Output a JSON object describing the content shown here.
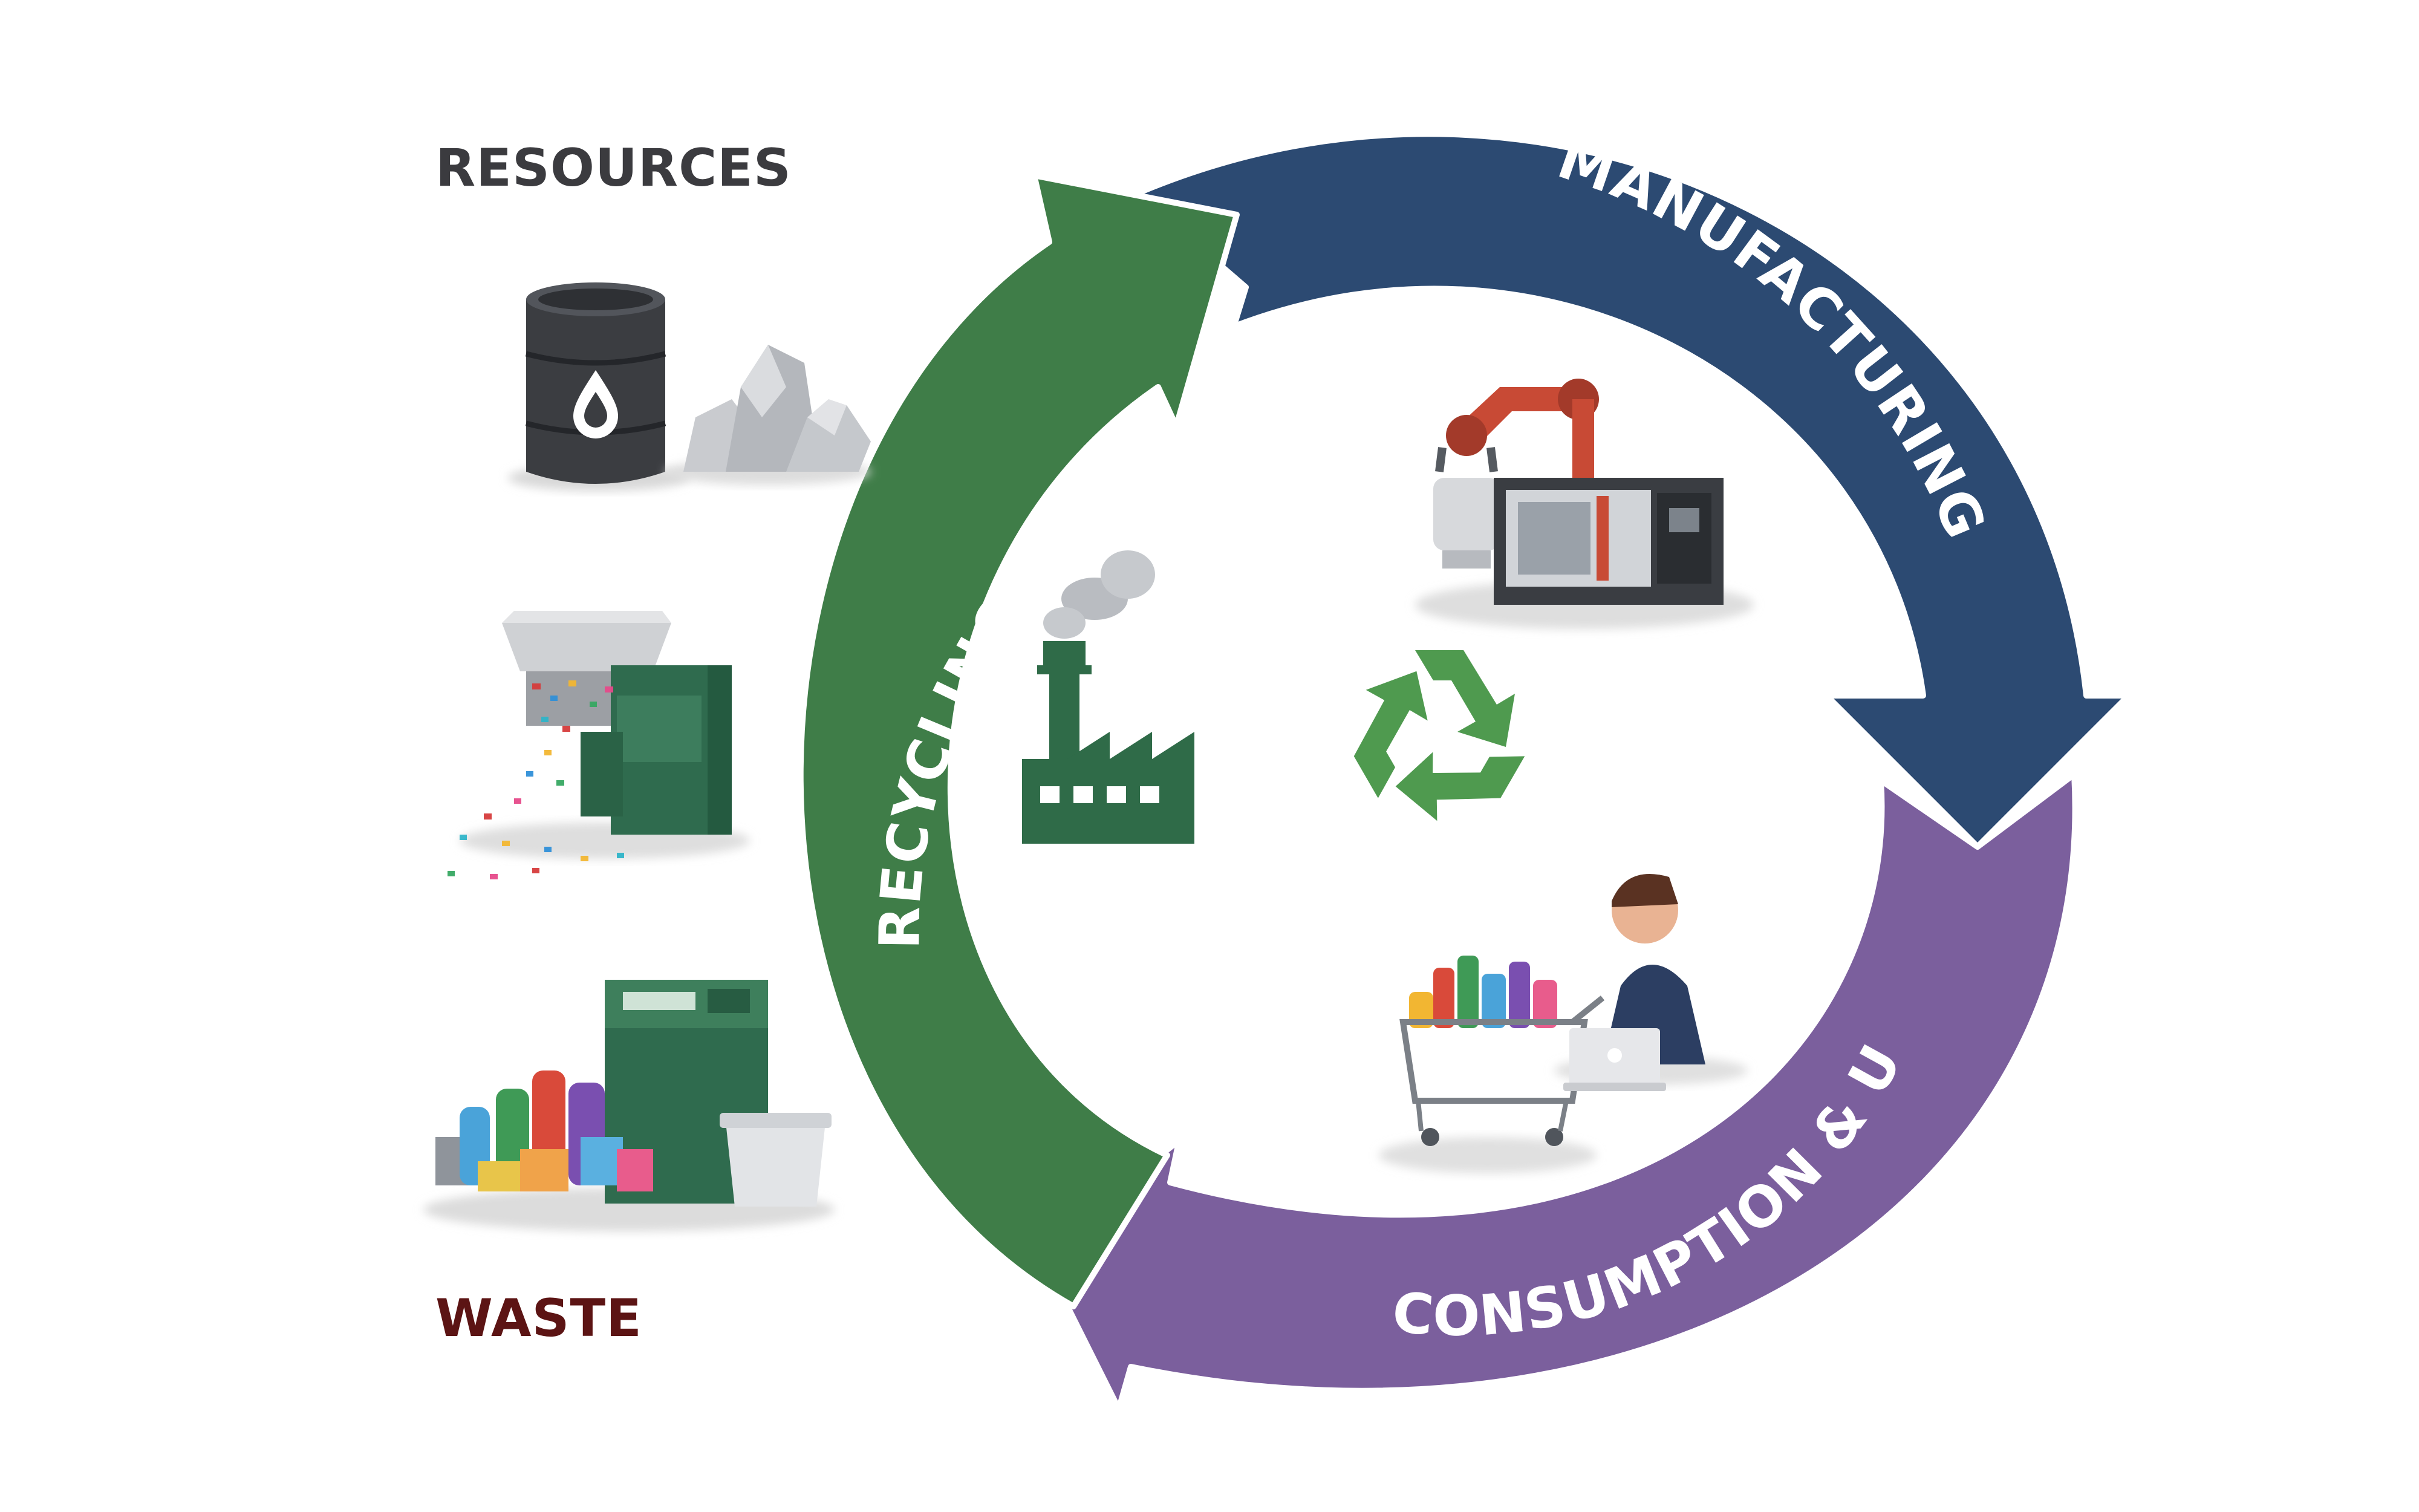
{
  "labels": {
    "resources": "RESOURCES",
    "waste": "WASTE"
  },
  "cycle": {
    "manufacturing": "MANUFACTURING",
    "consumption": "CONSUMPTION & USE",
    "recycling": "RECYCLING"
  },
  "colors": {
    "manufacturing": "#2c4a72",
    "consumption": "#7b5f9d",
    "recycling": "#3f7d48",
    "icon_green": "#2f6b48",
    "recycle_symbol": "#4f9a4f"
  },
  "icons": [
    "oil-barrel-icon",
    "raw-ore-icon",
    "shredder-machine-icon",
    "waste-pile-icon",
    "recycling-bin-icon",
    "factory-icon",
    "recycle-symbol-icon",
    "robot-arm-icon",
    "cnc-machine-icon",
    "shopping-cart-icon",
    "shopper-with-laptop-icon"
  ]
}
